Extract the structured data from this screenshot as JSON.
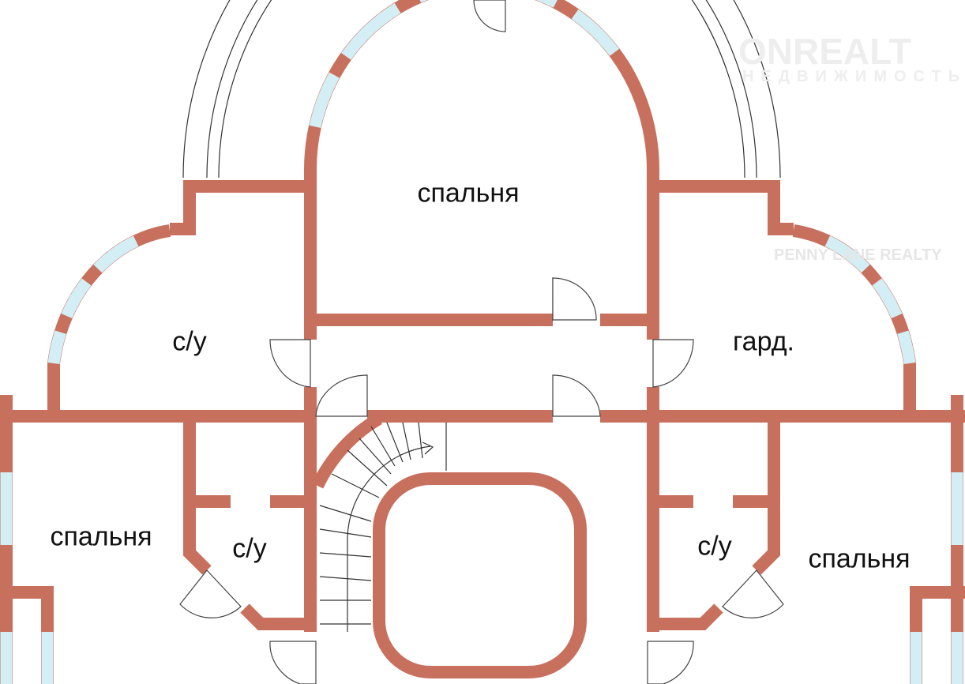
{
  "floor_plan": {
    "rooms": [
      {
        "id": "bedroom-top",
        "label": "спальня"
      },
      {
        "id": "bathroom-left-wing",
        "label": "с/у"
      },
      {
        "id": "wardrobe-right-wing",
        "label": "гард."
      },
      {
        "id": "bedroom-bottom-left",
        "label": "спальня"
      },
      {
        "id": "bathroom-bottom-left",
        "label": "с/у"
      },
      {
        "id": "bathroom-bottom-right",
        "label": "с/у"
      },
      {
        "id": "bedroom-bottom-right",
        "label": "спальня"
      }
    ],
    "colors": {
      "wall": "#c8705e",
      "window": "#d3eef4",
      "line": "#333333"
    }
  },
  "watermarks": {
    "brand": "ONREALT",
    "brand_sub": "НЕДВИЖИМОСТЬ",
    "secondary": "PENNY LANE REALTY"
  }
}
